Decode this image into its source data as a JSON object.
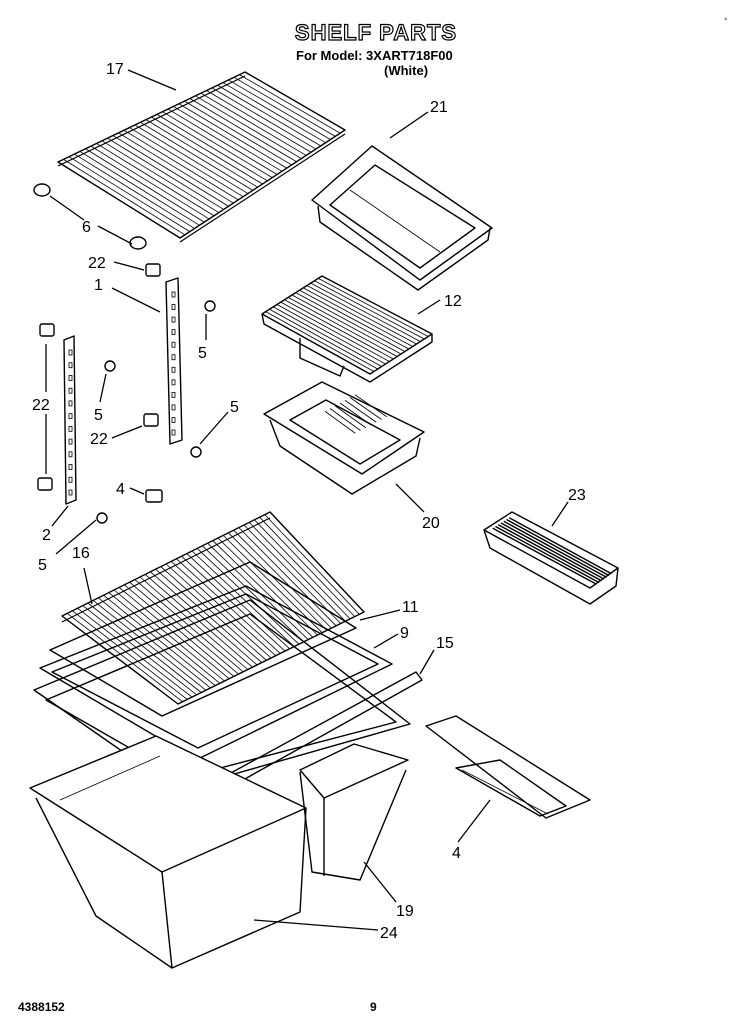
{
  "header": {
    "title": "SHELF PARTS",
    "model_line": "For Model: 3XART718F00",
    "variant": "(White)"
  },
  "footer": {
    "doc_number": "4388152",
    "page_number": "9"
  },
  "callouts": {
    "c17": "17",
    "c21": "21",
    "c6": "6",
    "c22a": "22",
    "c1": "1",
    "c12": "12",
    "c5a": "5",
    "c22b": "22",
    "c5b": "5",
    "c5c": "5",
    "c22c": "22",
    "c4a": "4",
    "c20": "20",
    "c2": "2",
    "c23": "23",
    "c5d": "5",
    "c16": "16",
    "c11": "11",
    "c9": "9",
    "c15": "15",
    "c4b": "4",
    "c19": "19",
    "c24": "24"
  }
}
